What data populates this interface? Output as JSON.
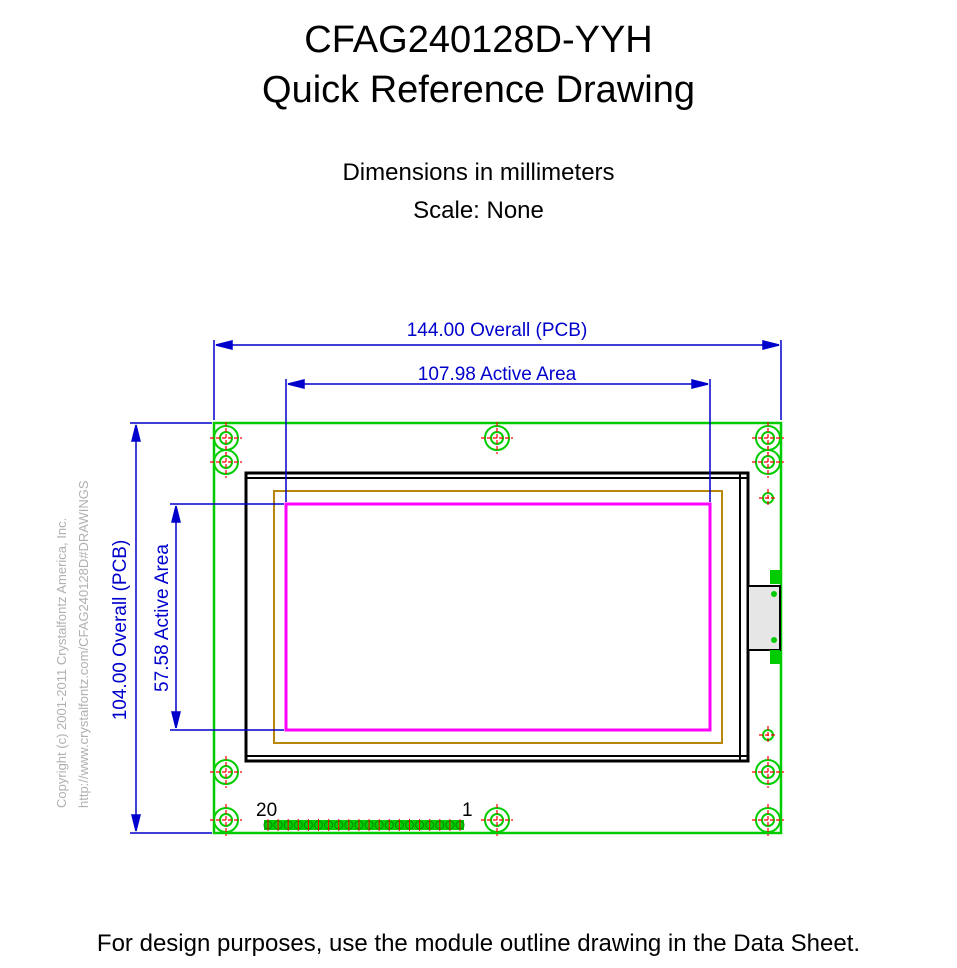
{
  "title": {
    "line1": "CFAG240128D-YYH",
    "line2": "Quick Reference Drawing"
  },
  "subtitle": {
    "units": "Dimensions in millimeters",
    "scale": "Scale: None"
  },
  "dimensions": {
    "overall_width": "144.00 Overall (PCB)",
    "active_width": "107.98 Active Area",
    "overall_height": "104.00 Overall (PCB)",
    "active_height": "57.58 Active Area"
  },
  "pins": {
    "first": "1",
    "last": "20",
    "count": 20
  },
  "copyright": {
    "line1": "Copyright (c) 2001-2011 Crystalfontz America, Inc.",
    "line2": "http://www.crystalfontz.com/CFAG240128D#DRAWINGS"
  },
  "footer": "For design purposes, use the module outline drawing in the Data Sheet.",
  "colors": {
    "pcb": "#00cc00",
    "dimension": "#0000cc",
    "active_area": "#ff00ff",
    "viewing_area": "#b8860b",
    "bezel": "#000000",
    "hole_center": "#ff0000",
    "copyright": "#b0b0b0"
  }
}
